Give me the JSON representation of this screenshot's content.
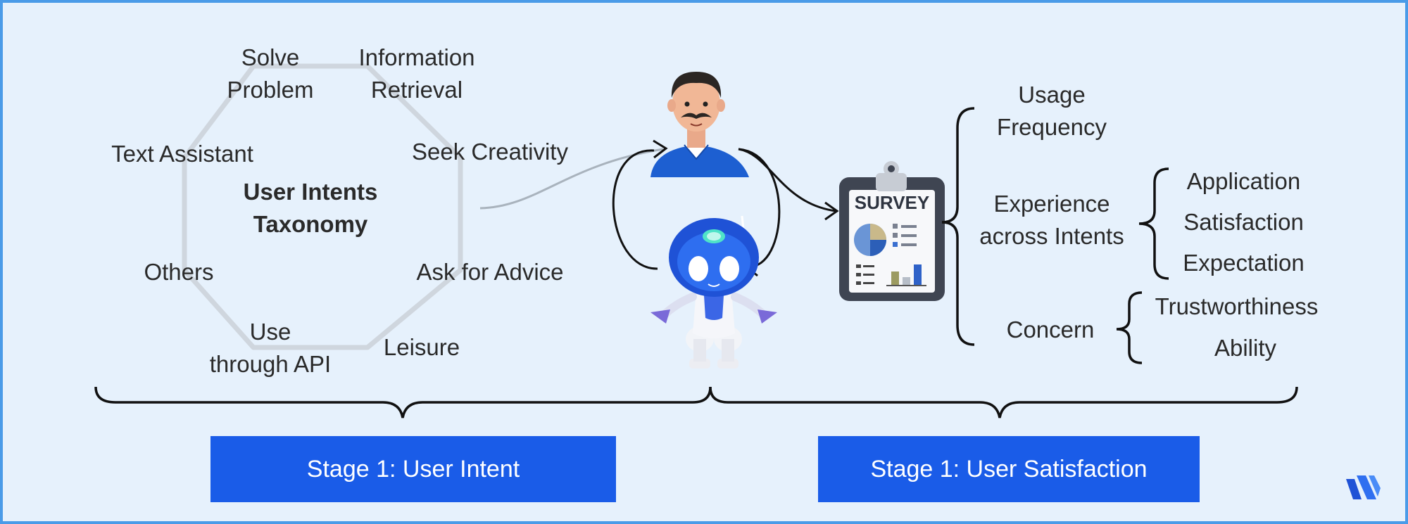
{
  "taxonomy": {
    "title": "User Intents\nTaxonomy",
    "intents": [
      "Solve\nProblem",
      "Information\nRetrieval",
      "Seek Creativity",
      "Ask for Advice",
      "Leisure",
      "Use\nthrough API",
      "Others",
      "Text Assistant"
    ]
  },
  "survey": {
    "board_label": "SURVEY",
    "usage": "Usage\nFrequency",
    "experience": "Experience\nacross Intents",
    "experience_items": [
      "Application",
      "Satisfaction",
      "Expectation"
    ],
    "concern": "Concern",
    "concern_items": [
      "Trustworthiness",
      "Ability"
    ]
  },
  "stages": {
    "left": "Stage 1: User Intent",
    "right": "Stage 1: User  Satisfaction"
  },
  "colors": {
    "frame": "#4a9be8",
    "background": "#e6f1fc",
    "stage_box": "#1a5ce8"
  }
}
